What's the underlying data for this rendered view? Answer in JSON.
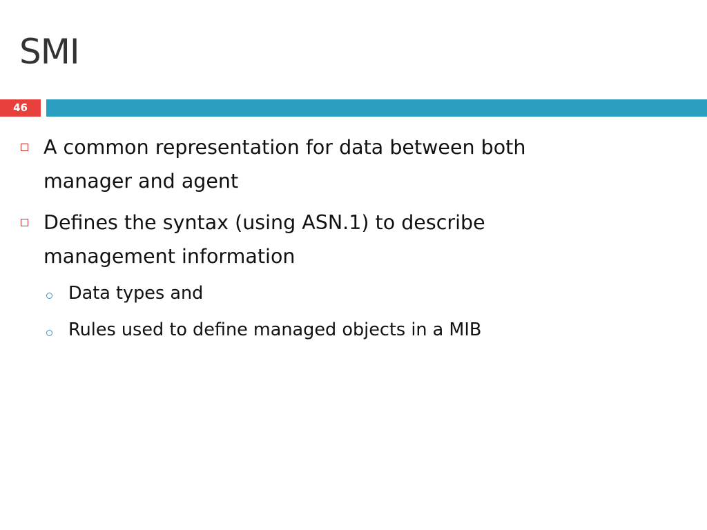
{
  "slide": {
    "title": "SMI",
    "number": "46",
    "colors": {
      "badge": "#e8403c",
      "bar": "#2a9fbf",
      "bullet_marker": "#c4302b",
      "sub_bullet_marker": "#3a93b8"
    }
  },
  "bullets": [
    {
      "line1": "A common representation for data between both",
      "line2": "manager and agent",
      "marker_icon": "square-bullet-icon"
    },
    {
      "line1": "Defines the syntax (using ASN.1) to describe",
      "line2": "management information",
      "marker_icon": "square-bullet-icon",
      "sub_bullets": [
        {
          "text": "Data types and",
          "marker_icon": "circle-bullet-icon"
        },
        {
          "text": "Rules used to define managed objects in a MIB",
          "marker_icon": "circle-bullet-icon"
        }
      ]
    }
  ]
}
